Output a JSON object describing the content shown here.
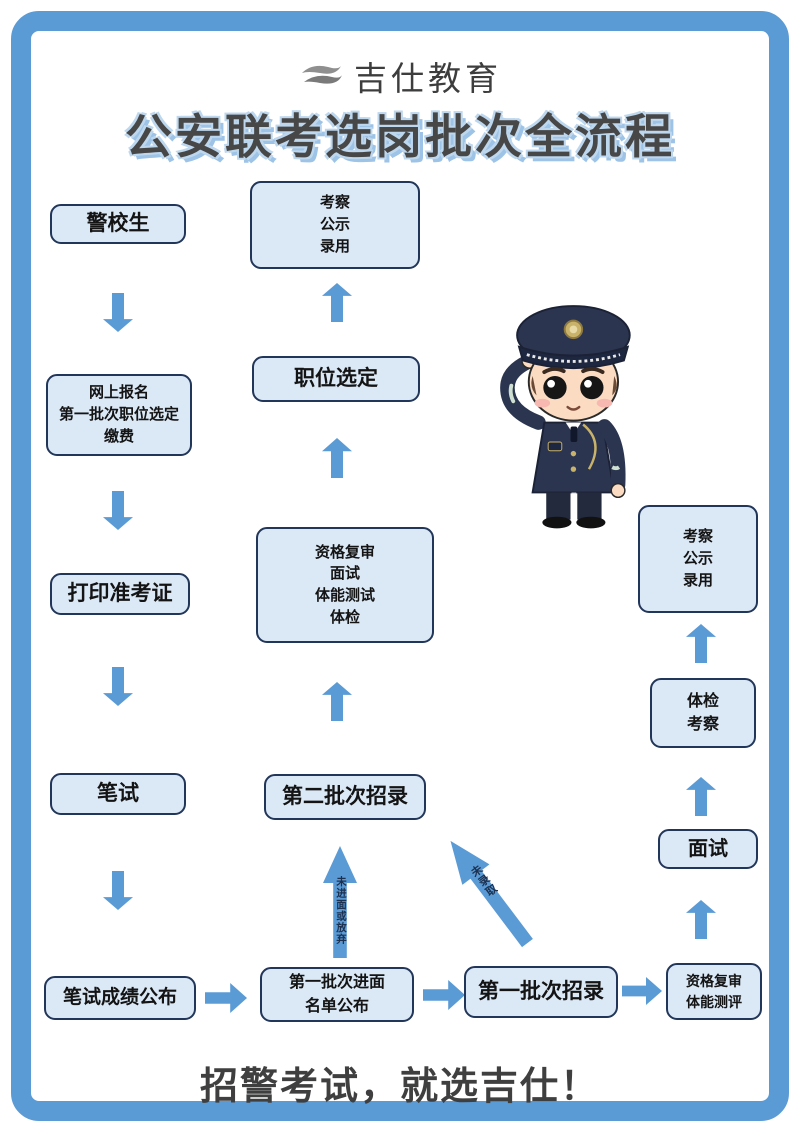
{
  "colors": {
    "frame_blue": "#5b9bd5",
    "box_fill": "#dbe8f6",
    "box_border": "#22365a",
    "arrow_blue": "#5b9bd5",
    "title_outline": "#bdd7ee",
    "title_text": "#474747"
  },
  "header": {
    "brand": "吉仕教育",
    "title": "公安联考选岗批次全流程"
  },
  "flow": {
    "left": {
      "police_student": "警校生",
      "register": "网上报名\n第一批次职位选定\n缴费",
      "print_ticket": "打印准考证",
      "written_exam": "笔试",
      "results": "笔试成绩公布"
    },
    "middle": {
      "final_steps": "考察\n公示\n录用",
      "position_select": "职位选定",
      "review_pack": "资格复审\n面试\n体能测试\n体检",
      "batch2": "第二批次招录",
      "batch1_list": "第一批次进面\n名单公布"
    },
    "right": {
      "batch1": "第一批次招录",
      "qualification": "资格复审\n体能测评",
      "interview": "面试",
      "physical_check": "体检\n考察",
      "final_steps": "考察\n公示\n录用"
    },
    "edge_labels": {
      "no_interview_or_quit": "未进面或放弃",
      "not_admitted": "未录取"
    }
  },
  "footer": {
    "tagline": "招警考试，就选吉仕！"
  }
}
